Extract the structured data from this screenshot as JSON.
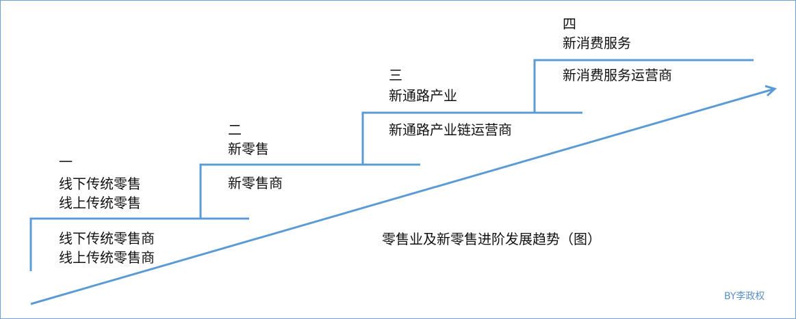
{
  "colors": {
    "line": "#5b9bd5",
    "border": "#6f9fd0",
    "text": "#111111",
    "credit": "#5b8fc7"
  },
  "steps": [
    {
      "number": "一",
      "titles": [
        "线下传统零售",
        "线上传统零售"
      ],
      "operators": [
        "线下传统零售商",
        "线上传统零售商"
      ]
    },
    {
      "number": "二",
      "titles": [
        "新零售"
      ],
      "operators": [
        "新零售商"
      ]
    },
    {
      "number": "三",
      "titles": [
        "新通路产业"
      ],
      "operators": [
        "新通路产业链运营商"
      ]
    },
    {
      "number": "四",
      "titles": [
        "新消费服务"
      ],
      "operators": [
        "新消费服务运营商"
      ]
    }
  ],
  "caption": "零售业及新零售进阶发展趋势（图）",
  "credit": "BY李政权"
}
